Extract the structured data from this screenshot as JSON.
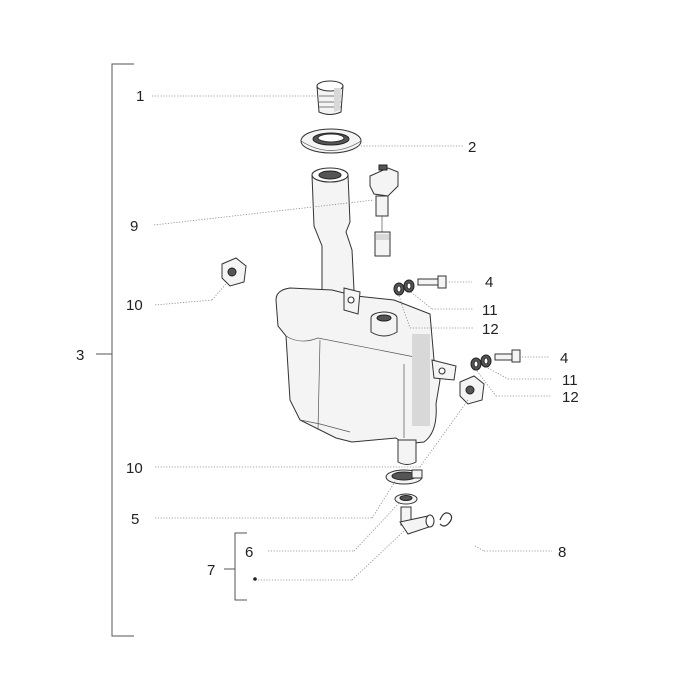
{
  "callouts": {
    "c1": "1",
    "c2": "2",
    "c3": "3",
    "c4a": "4",
    "c4b": "4",
    "c5": "5",
    "c6": "6",
    "c7": "7",
    "c8": "8",
    "c9": "9",
    "c10a": "10",
    "c10b": "10",
    "c11a": "11",
    "c11b": "11",
    "c12a": "12",
    "c12b": "12"
  }
}
